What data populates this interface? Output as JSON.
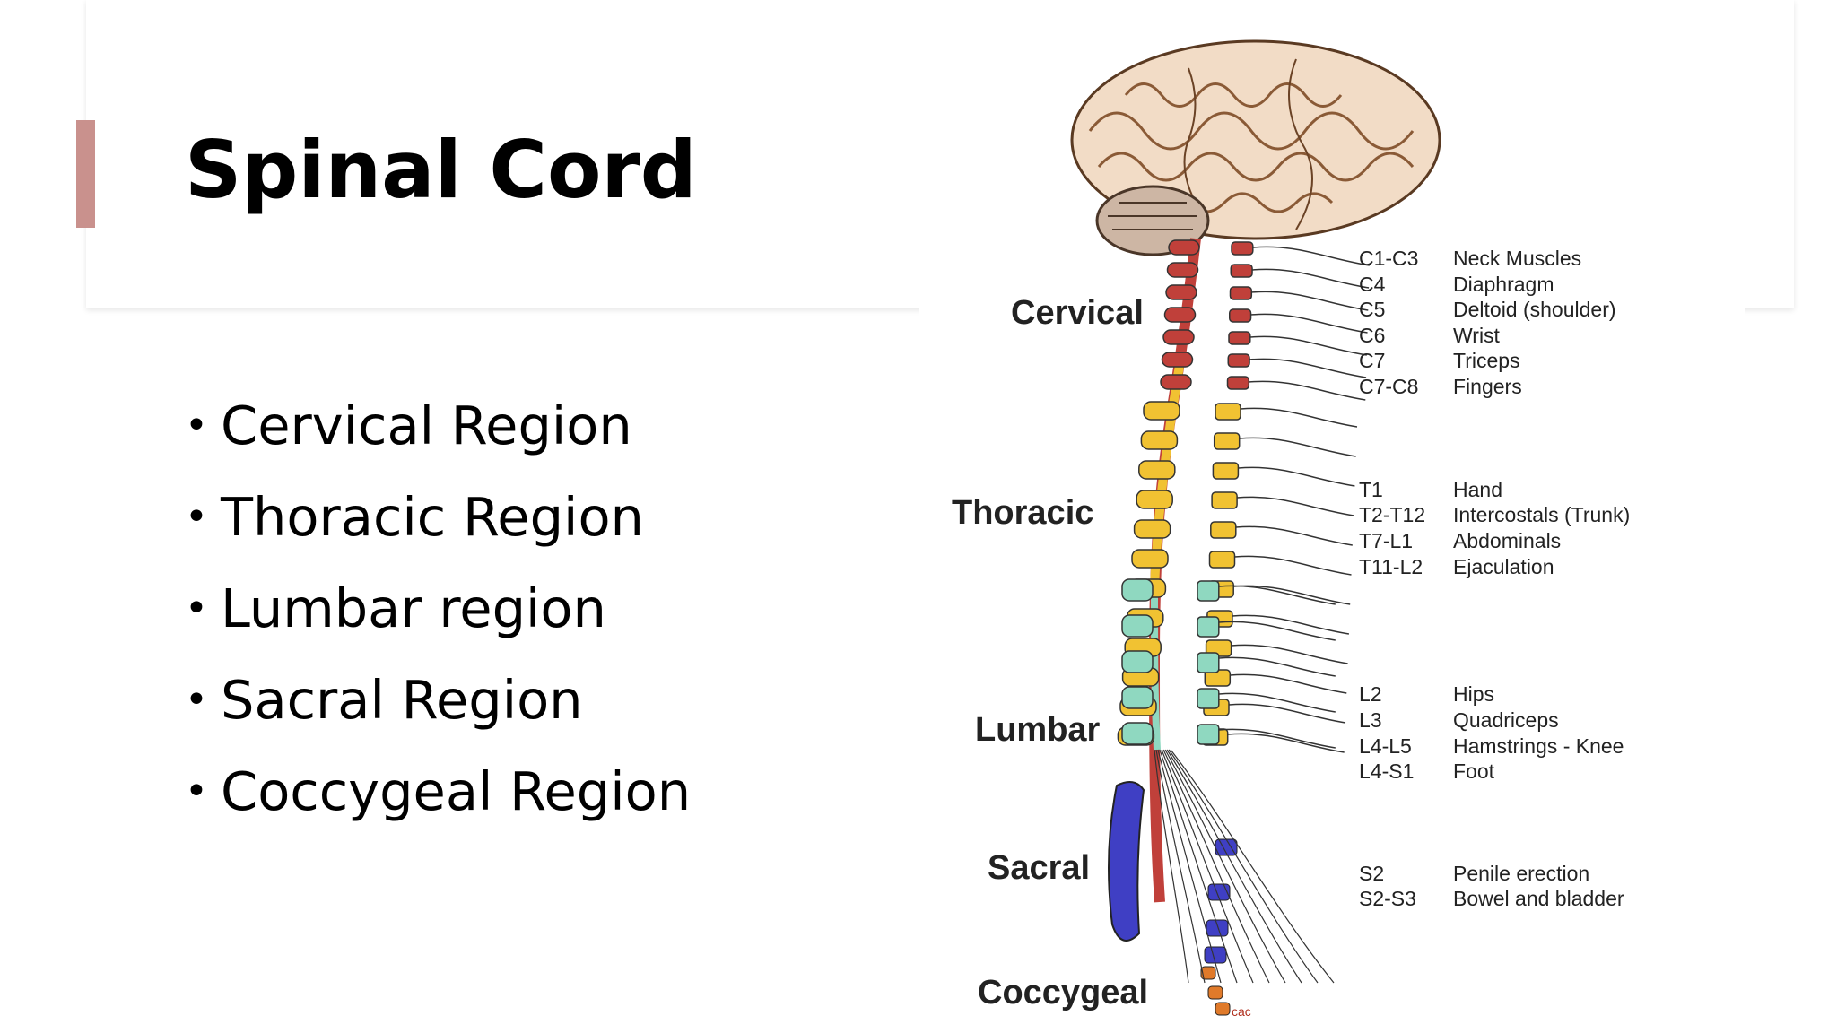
{
  "slide": {
    "title": "Spinal Cord",
    "accent_color": "#c9918d",
    "bullets": [
      "Cervical Region",
      "Thoracic Region",
      "Lumbar region",
      "Sacral Region",
      "Coccygeal Region"
    ]
  },
  "figure": {
    "regions": [
      {
        "label": "Cervical",
        "color": "#c0403a"
      },
      {
        "label": "Thoracic",
        "color": "#f1c232"
      },
      {
        "label": "Lumbar",
        "color": "#8fd8c0"
      },
      {
        "label": "Sacral",
        "color": "#3f3fc4"
      },
      {
        "label": "Coccygeal",
        "color": "#e07a2a"
      }
    ],
    "innervation": [
      {
        "segment": "C1-C3",
        "function": "Neck Muscles"
      },
      {
        "segment": "C4",
        "function": "Diaphragm"
      },
      {
        "segment": "C5",
        "function": "Deltoid (shoulder)"
      },
      {
        "segment": "C6",
        "function": "Wrist"
      },
      {
        "segment": "C7",
        "function": "Triceps"
      },
      {
        "segment": "C7-C8",
        "function": "Fingers"
      },
      {
        "segment": "T1",
        "function": "Hand"
      },
      {
        "segment": "T2-T12",
        "function": "Intercostals (Trunk)"
      },
      {
        "segment": "T7-L1",
        "function": "Abdominals"
      },
      {
        "segment": "T11-L2",
        "function": "Ejaculation"
      },
      {
        "segment": "L2",
        "function": "Hips"
      },
      {
        "segment": "L3",
        "function": "Quadriceps"
      },
      {
        "segment": "L4-L5",
        "function": "Hamstrings - Knee"
      },
      {
        "segment": "L4-S1",
        "function": "Foot"
      },
      {
        "segment": "S2",
        "function": "Penile erection"
      },
      {
        "segment": "S2-S3",
        "function": "Bowel and bladder"
      }
    ],
    "signature": "cac"
  }
}
